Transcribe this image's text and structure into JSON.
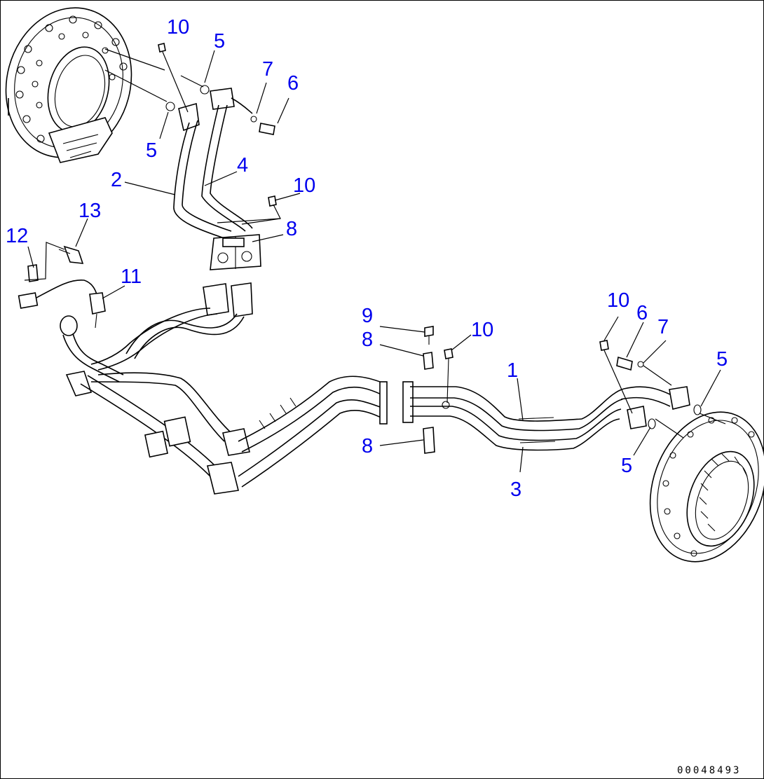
{
  "drawing_number": "00048493",
  "label_color": "#0000ee",
  "callouts": {
    "c1": "10",
    "c2": "5",
    "c3": "7",
    "c4": "6",
    "c5": "5",
    "c6": "4",
    "c7": "2",
    "c8": "10",
    "c9": "8",
    "c10": "13",
    "c11": "12",
    "c12": "11",
    "c13": "9",
    "c14": "8",
    "c15": "10",
    "c16": "1",
    "c17": "8",
    "c18": "3",
    "c19": "10",
    "c20": "6",
    "c21": "7",
    "c22": "5",
    "c23": "5"
  }
}
